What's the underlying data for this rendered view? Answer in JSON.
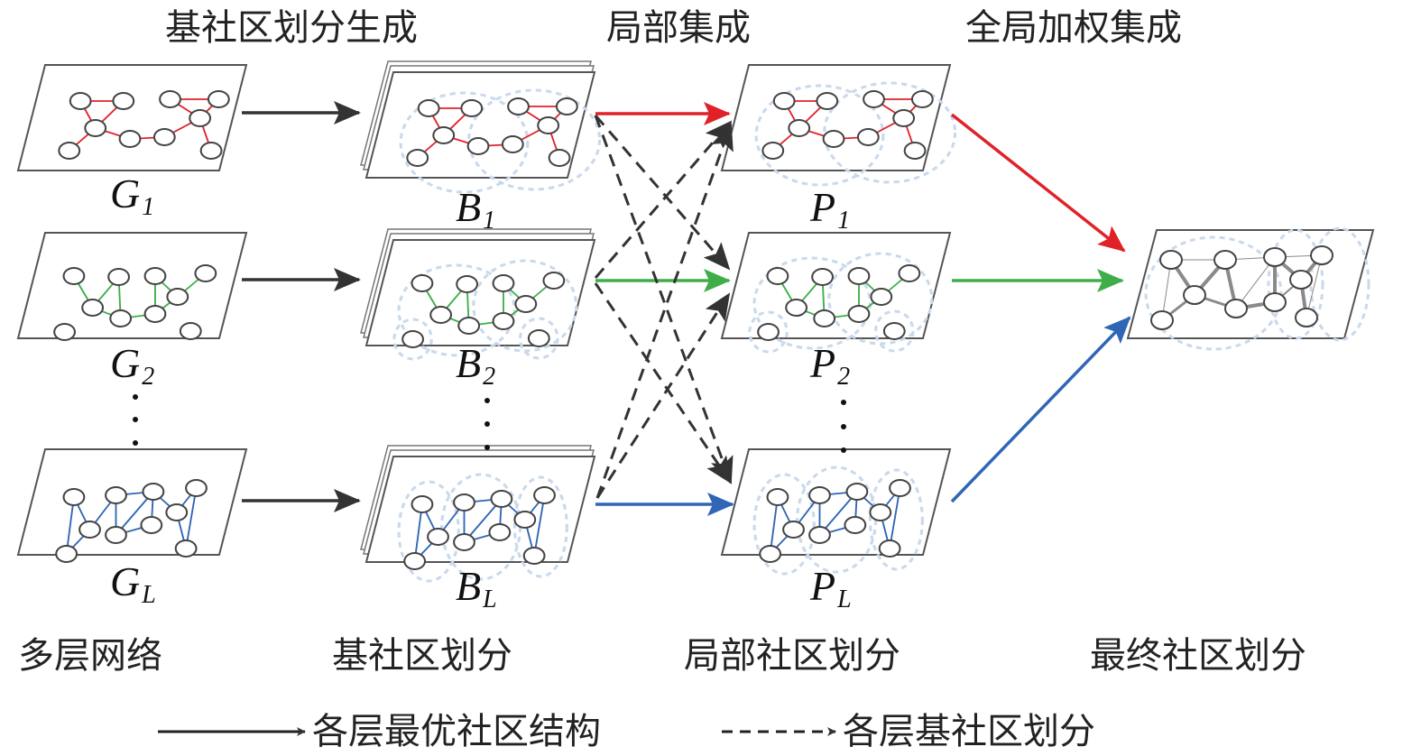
{
  "header": {
    "stage1": "基社区划分生成",
    "stage2": "局部集成",
    "stage3": "全局加权集成"
  },
  "columns": {
    "networks": "多层网络",
    "base_partitions": "基社区划分",
    "local_partitions": "局部社区划分",
    "final_partition": "最终社区划分"
  },
  "labels": {
    "G": [
      "G",
      "G",
      "G"
    ],
    "G_sub": [
      "1",
      "2",
      "L"
    ],
    "B": [
      "B",
      "B",
      "B"
    ],
    "B_sub": [
      "1",
      "2",
      "L"
    ],
    "P": [
      "P",
      "P",
      "P"
    ],
    "P_sub": [
      "1",
      "2",
      "L"
    ]
  },
  "legend": {
    "solid_label": "各层最优社区结构",
    "dashed_label": "各层基社区划分"
  },
  "colors": {
    "layer1": "#e02228",
    "layer2": "#3fae4a",
    "layerL": "#2f66b5",
    "arrow": "#333333",
    "final_edges": "#8a8a8a"
  }
}
